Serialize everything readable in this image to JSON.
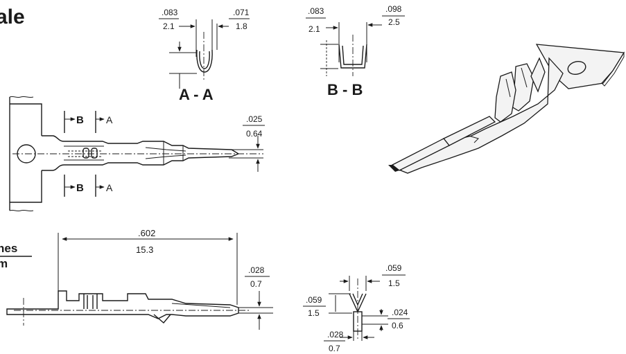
{
  "heading": {
    "fragment": "ale"
  },
  "units": {
    "inches": "hes",
    "mm": "m"
  },
  "sections": {
    "aa": {
      "title": "A - A",
      "left_in": ".083",
      "left_mm": "2.1",
      "right_in": ".071",
      "right_mm": "1.8"
    },
    "bb": {
      "title": "B - B",
      "left_in": ".083",
      "left_mm": "2.1",
      "right_in": ".098",
      "right_mm": "2.5"
    }
  },
  "top_view": {
    "cut_b": "B",
    "cut_a": "A",
    "tip_in": ".025",
    "tip_mm": "0.64"
  },
  "side_view": {
    "length_in": ".602",
    "length_mm": "15.3",
    "thick_in": ".028",
    "thick_mm": "0.7"
  },
  "end_view": {
    "top_in": ".059",
    "top_mm": "1.5",
    "left_in": ".059",
    "left_mm": "1.5",
    "right_in": ".024",
    "right_mm": "0.6",
    "bottom_in": ".028",
    "bottom_mm": "0.7"
  }
}
